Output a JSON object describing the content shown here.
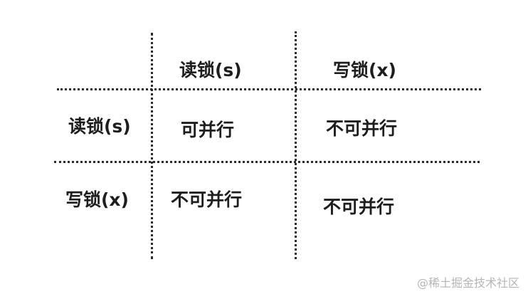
{
  "table": {
    "header": {
      "col1": "读锁(s)",
      "col2": "写锁(x)"
    },
    "rows": [
      {
        "label": "读锁(s)",
        "cells": [
          "可并行",
          "不可并行"
        ]
      },
      {
        "label": "写锁(x)",
        "cells": [
          "不可并行",
          "不可并行"
        ]
      }
    ]
  },
  "watermark": "@稀土掘金技术社区"
}
